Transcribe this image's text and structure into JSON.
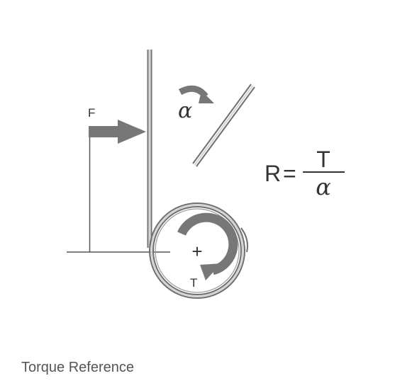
{
  "diagram": {
    "force_label": "F",
    "angle_symbol": "α",
    "torque_label": "T",
    "formula": {
      "lhs": "R",
      "equals": "=",
      "numerator": "T",
      "denominator": "α"
    },
    "center_mark": "+",
    "colors": {
      "arrow_fill": "#777777",
      "line": "#555555",
      "wire_dark": "#6f6f6f",
      "wire_light": "#cfcfcf",
      "text": "#333333"
    }
  },
  "caption": "Torque Reference"
}
